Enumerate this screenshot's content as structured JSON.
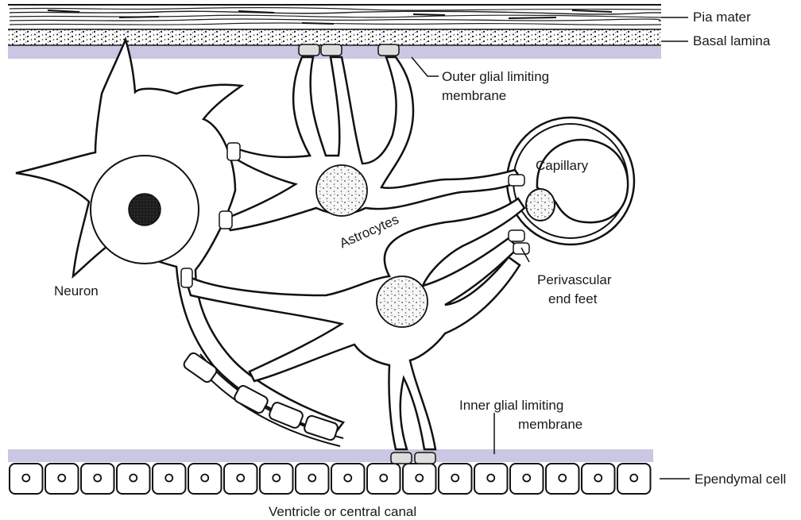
{
  "labels": {
    "pia_mater": "Pia mater",
    "basal_lamina": "Basal lamina",
    "outer_glial_1": "Outer glial limiting",
    "outer_glial_2": "membrane",
    "capillary": "Capillary",
    "astrocytes": "Astrocytes",
    "neuron": "Neuron",
    "perivascular_1": "Perivascular",
    "perivascular_2": "end feet",
    "inner_glial_1": "Inner glial limiting",
    "inner_glial_2": "membrane",
    "ependymal": "Ependymal cell",
    "ventricle": "Ventricle or central canal"
  },
  "colors": {
    "membrane": "#c9c7e3",
    "ink": "#1a1a1a",
    "stipple": "#e4e4e4",
    "nucleus_dark": "#2a2a2a"
  },
  "ependymal_cell_count": 18
}
